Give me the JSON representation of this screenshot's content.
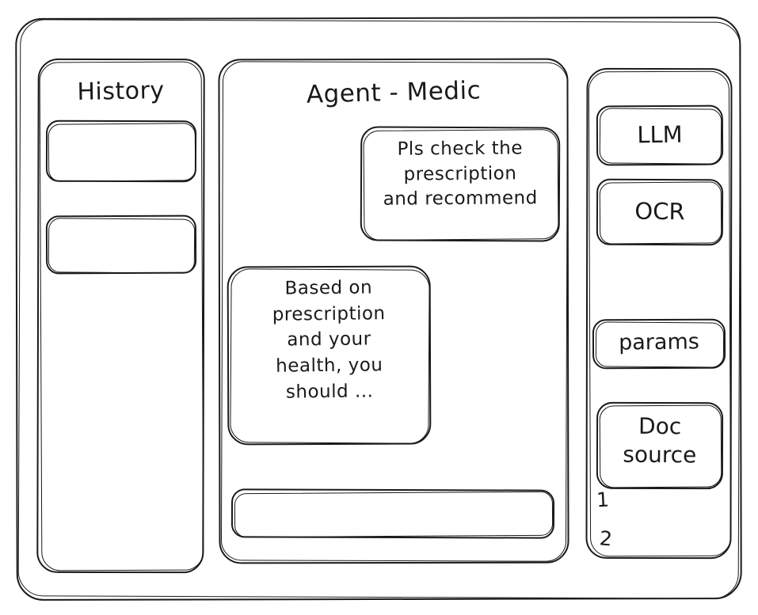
{
  "window": {
    "name": "agent-medic-wireframe"
  },
  "history": {
    "title": "History",
    "items": [
      {
        "label": ""
      },
      {
        "label": ""
      }
    ]
  },
  "agent": {
    "title": "Agent - Medic",
    "messages": [
      {
        "role": "user",
        "text": "Pls check the\nprescription\nand recommend"
      },
      {
        "role": "assistant",
        "text": "Based on\nprescription\nand your\nhealth, you\nshould ..."
      }
    ],
    "composer": {
      "value": "",
      "placeholder": ""
    }
  },
  "tools": {
    "items": [
      {
        "name": "llm",
        "label": "LLM"
      },
      {
        "name": "ocr",
        "label": "OCR"
      },
      {
        "name": "params",
        "label": "params"
      },
      {
        "name": "doc-source",
        "label": "Doc\nsource"
      }
    ],
    "doc_sources": [
      {
        "index": "1"
      },
      {
        "index": "2"
      }
    ]
  },
  "colors": {
    "stroke": "#1a1a1a",
    "background": "#ffffff"
  }
}
